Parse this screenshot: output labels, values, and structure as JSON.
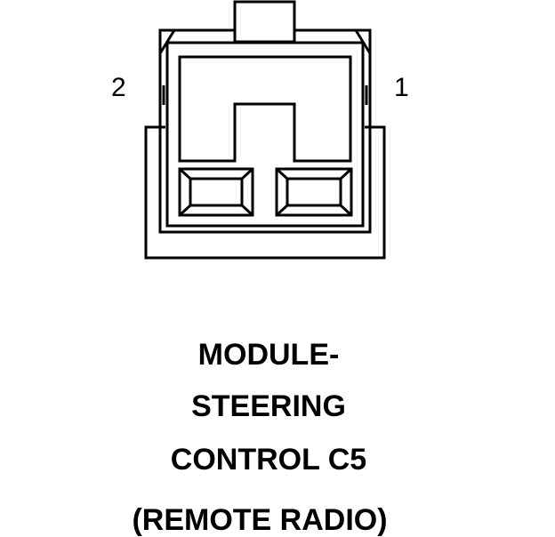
{
  "connector": {
    "pins": [
      {
        "label": "2"
      },
      {
        "label": "1"
      }
    ]
  },
  "caption": {
    "lines": [
      "MODULE-",
      "STEERING",
      "CONTROL C5",
      "(REMOTE RADIO)"
    ]
  },
  "colors": {
    "stroke": "#000000",
    "background": "#ffffff"
  }
}
